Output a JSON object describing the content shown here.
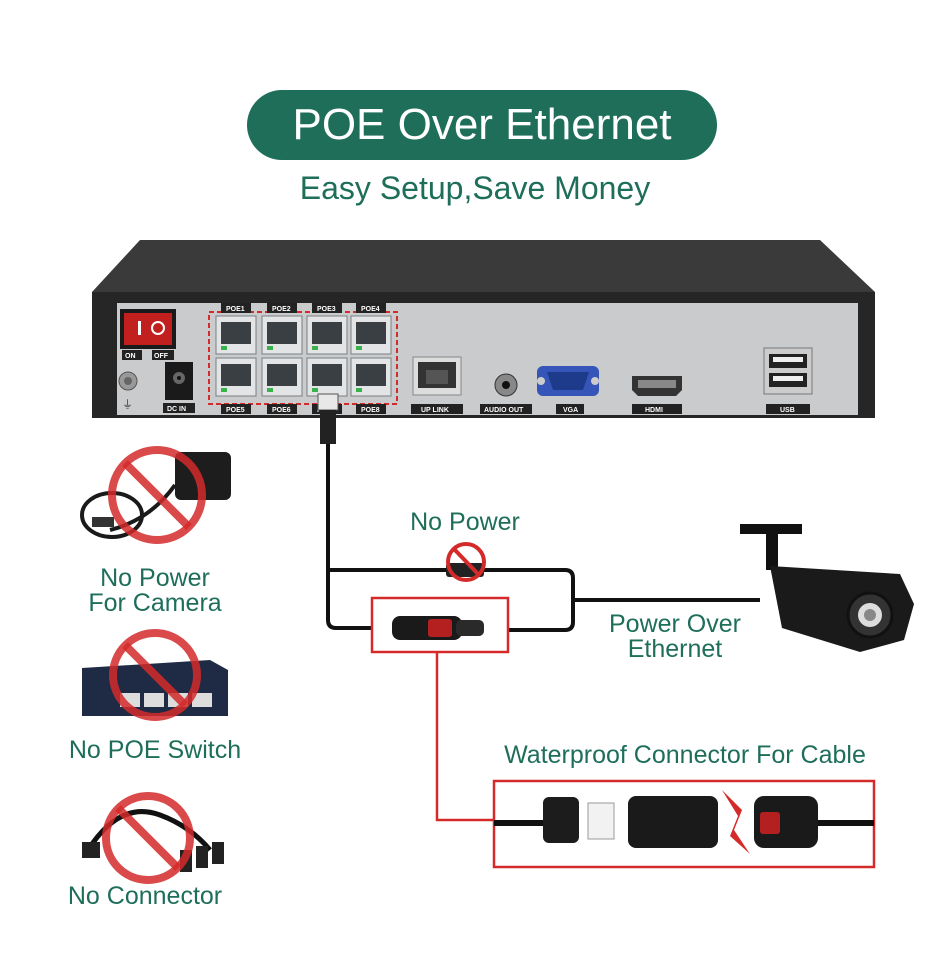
{
  "header": {
    "title": "POE Over Ethernet",
    "subtitle": "Easy Setup,Save Money"
  },
  "nvr": {
    "port_labels_top": [
      "POE1",
      "POE2",
      "POE3",
      "POE4"
    ],
    "port_labels_bottom": [
      "POE5",
      "POE6",
      "POE7",
      "POE8"
    ],
    "switch_on": "ON",
    "switch_off": "OFF",
    "dc_in": "DC IN",
    "uplink": "UP LINK",
    "audio_out": "AUDIO OUT",
    "vga": "VGA",
    "hdmi": "HDMI",
    "usb": "USB"
  },
  "left_items": [
    {
      "label_line1": "No Power",
      "label_line2": "For Camera",
      "icon": "power-adapter-icon"
    },
    {
      "label_line1": "No POE Switch",
      "label_line2": "",
      "icon": "network-switch-icon"
    },
    {
      "label_line1": "No Connector",
      "label_line2": "",
      "icon": "splitter-cable-icon"
    }
  ],
  "diagram": {
    "no_power": "No Power",
    "poe_line1": "Power Over",
    "poe_line2": "Ethernet",
    "waterproof": "Waterproof Connector For Cable"
  },
  "colors": {
    "brand_green": "#1e6e5a",
    "warning_red": "#d42a2a",
    "nvr_body": "#2b2b2b",
    "nvr_panel": "#c8cacc"
  }
}
